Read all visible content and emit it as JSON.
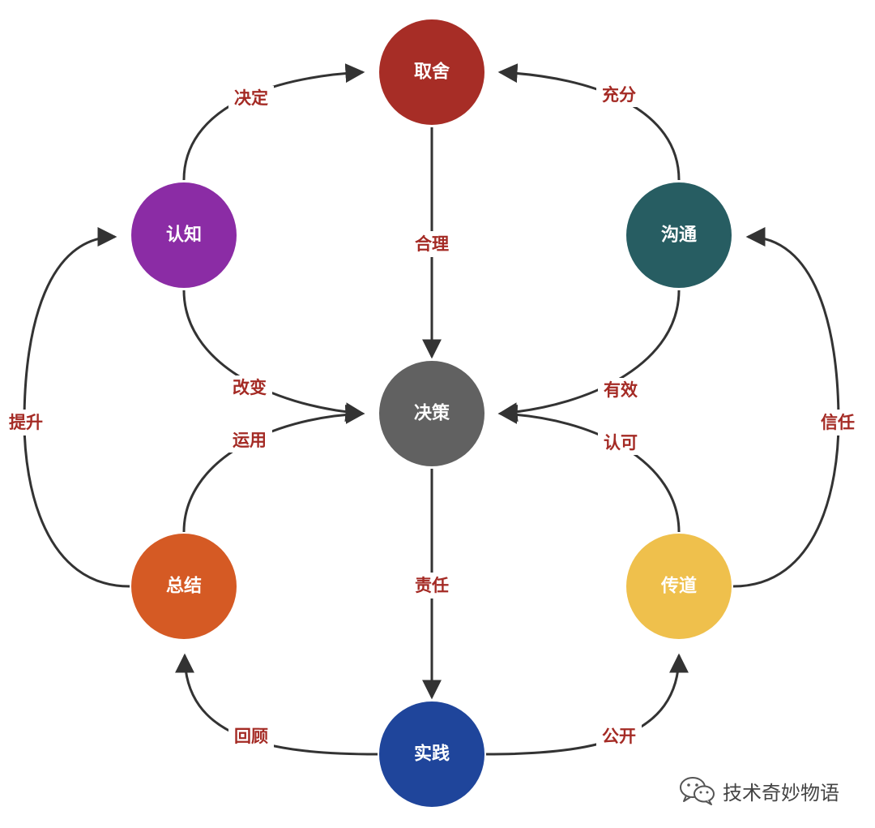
{
  "nodes": {
    "qushe": {
      "label": "取舍",
      "color": "#a72d26"
    },
    "renzhi": {
      "label": "认知",
      "color": "#8b2ca5"
    },
    "goutong": {
      "label": "沟通",
      "color": "#275d62"
    },
    "juece": {
      "label": "决策",
      "color": "#616161"
    },
    "zongjie": {
      "label": "总结",
      "color": "#d55a24"
    },
    "chuandao": {
      "label": "传道",
      "color": "#efc04c"
    },
    "shijian": {
      "label": "实践",
      "color": "#1f459b"
    }
  },
  "edges": {
    "jueding": {
      "label": "决定",
      "from": "认知",
      "to": "取舍"
    },
    "chongfen": {
      "label": "充分",
      "from": "沟通",
      "to": "取舍"
    },
    "heli": {
      "label": "合理",
      "from": "取舍",
      "to": "决策"
    },
    "gaibian": {
      "label": "改变",
      "from": "认知",
      "to": "决策"
    },
    "youxiao": {
      "label": "有效",
      "from": "沟通",
      "to": "决策"
    },
    "yunyong": {
      "label": "运用",
      "from": "总结",
      "to": "决策"
    },
    "renke": {
      "label": "认可",
      "from": "传道",
      "to": "决策"
    },
    "tisheng": {
      "label": "提升",
      "from": "总结",
      "to": "认知"
    },
    "xinren": {
      "label": "信任",
      "from": "传道",
      "to": "沟通"
    },
    "zeren": {
      "label": "责任",
      "from": "决策",
      "to": "实践"
    },
    "huigu": {
      "label": "回顾",
      "from": "实践",
      "to": "总结"
    },
    "gongkai": {
      "label": "公开",
      "from": "实践",
      "to": "传道"
    }
  },
  "watermark": {
    "text": "技术奇妙物语",
    "icon": "wechat-icon"
  }
}
